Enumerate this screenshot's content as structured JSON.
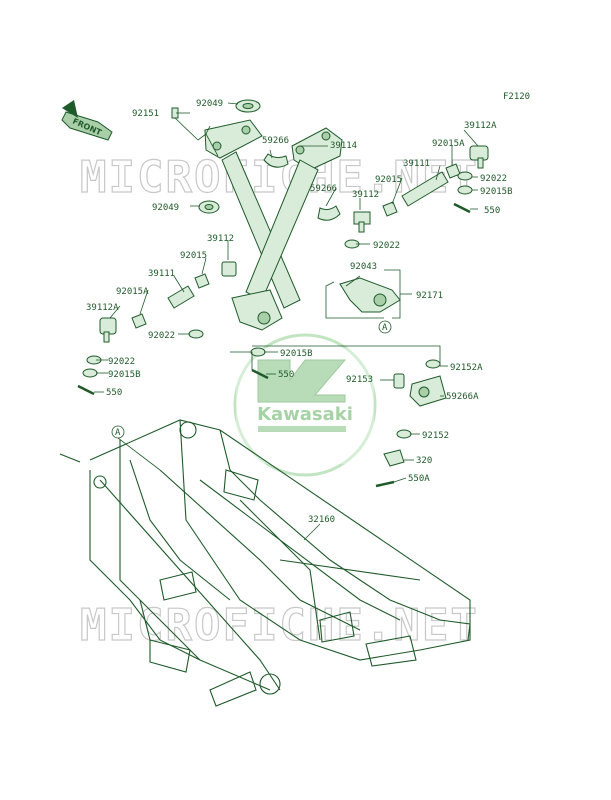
{
  "figure_code": "F2120",
  "front_marker": "FRONT",
  "watermark_text": "MICROFICHE.NET",
  "logo_text": "Kawasaki",
  "ref_marker": "A",
  "labels": {
    "l92049a": "92049",
    "l92151": "92151",
    "l59266a": "59266",
    "l39114": "39114",
    "l92015a_top": "92015A",
    "l39112a_top": "39112A",
    "l39111_r": "39111",
    "l92015_r": "92015",
    "l92022_r1": "92022",
    "l92015b_r1": "92015B",
    "l59266b": "59266",
    "l39112_r": "39112",
    "l550_r": "550",
    "l92049b": "92049",
    "l92022_mid": "92022",
    "l39112_l": "39112",
    "l92015_l": "92015",
    "l92043": "92043",
    "l39111_l": "39111",
    "l92171": "92171",
    "l92015a_l": "92015A",
    "l39112a_l": "39112A",
    "l92022_l1": "92022",
    "l92015b_c": "92015B",
    "l92022_l2": "92022",
    "l550_c": "550",
    "l92152a": "92152A",
    "l92153": "92153",
    "l92015b_l": "92015B",
    "l550_l": "550",
    "l59266a_r": "59266A",
    "l92152": "92152",
    "l320": "320",
    "l550a": "550A",
    "l32160": "32160"
  },
  "colors": {
    "line": "#1f5a2a",
    "part_fill": "#d9ecd9",
    "part_dark": "#a9cfa9",
    "watermark": "#c8c8c8",
    "logo": "#7fbf7f"
  }
}
